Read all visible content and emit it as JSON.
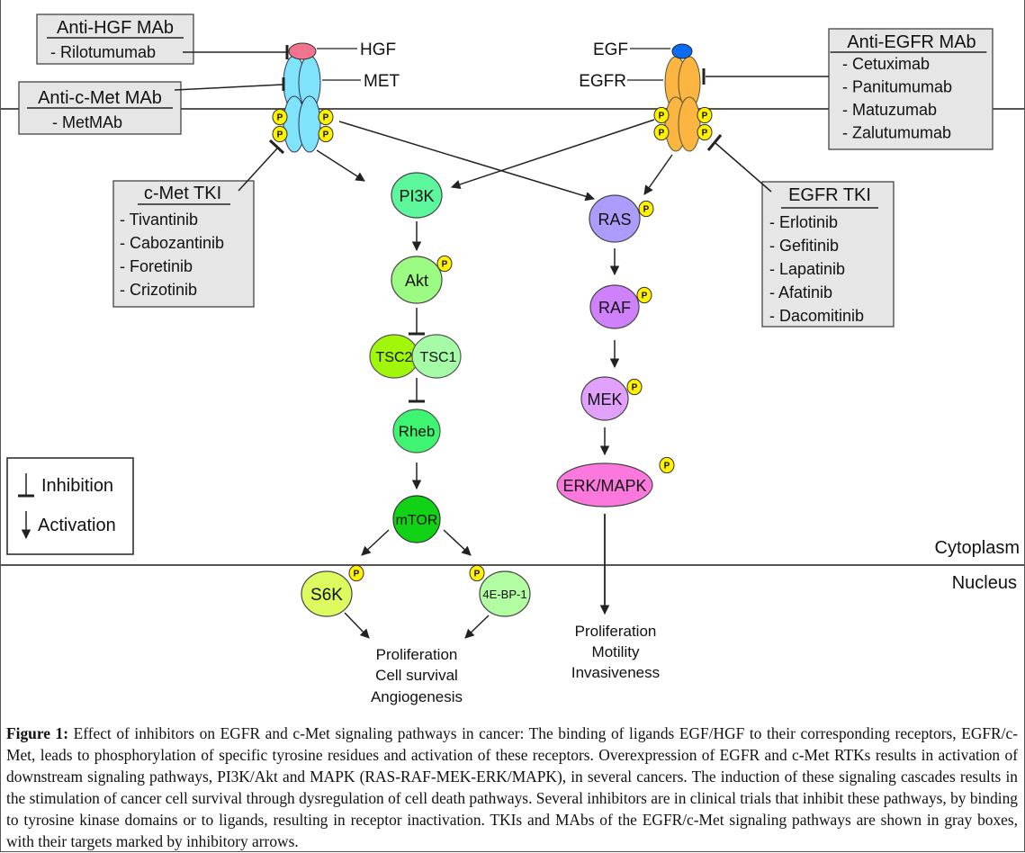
{
  "compartments": {
    "cytoplasm": "Cytoplasm",
    "nucleus": "Nucleus"
  },
  "receptors": {
    "hgf": "HGF",
    "met": "MET",
    "egf": "EGF",
    "egfr": "EGFR",
    "phospho_label": "P"
  },
  "drug_boxes": {
    "anti_hgf": {
      "title": "Anti-HGF MAb",
      "items": [
        "- Rilotumumab"
      ]
    },
    "anti_cmet": {
      "title": "Anti-c-Met MAb",
      "items": [
        "- MetMAb"
      ]
    },
    "cmet_tki": {
      "title": "c-Met TKI",
      "items": [
        "- Tivantinib",
        "- Cabozantinib",
        "- Foretinib",
        "- Crizotinib"
      ]
    },
    "anti_egfr": {
      "title": "Anti-EGFR MAb",
      "items": [
        "- Cetuximab",
        "- Panitumumab",
        "- Matuzumab",
        "- Zalutumumab"
      ]
    },
    "egfr_tki": {
      "title": "EGFR TKI",
      "items": [
        "- Erlotinib",
        "- Gefitinib",
        "- Lapatinib",
        "- Afatinib",
        "- Dacomitinib"
      ]
    }
  },
  "nodes": {
    "pi3k": "PI3K",
    "akt": "Akt",
    "tsc2": "TSC2",
    "tsc1": "TSC1",
    "rheb": "Rheb",
    "mtor": "mTOR",
    "s6k": "S6K",
    "ebp1": "4E-BP-1",
    "ras": "RAS",
    "raf": "RAF",
    "mek": "MEK",
    "erk": "ERK/MAPK"
  },
  "outcomes": {
    "pi3k_path": [
      "Proliferation",
      "Cell survival",
      "Angiogenesis"
    ],
    "mapk_path": [
      "Proliferation",
      "Motility",
      "Invasiveness"
    ]
  },
  "legend": {
    "inhibition": "Inhibition",
    "activation": "Activation"
  },
  "colors": {
    "met_receptor": "#7fe3fb",
    "hgf": "#f2748f",
    "egfr_receptor": "#fbb540",
    "egf": "#0a6cf0",
    "phospho": "#fff200",
    "drug_box": "#e6e6e6",
    "pi3k": "#5cf79c",
    "akt": "#9bfb82",
    "tsc2": "#a0f70a",
    "tsc1": "#a6fca6",
    "rheb": "#3ef572",
    "mtor": "#11d214",
    "s6k": "#dcfb5e",
    "ebp1": "#b2fca2",
    "ras": "#ad9cfb",
    "raf": "#cf80fb",
    "mek": "#e1a0fb",
    "erk": "#fd78dc"
  },
  "caption": {
    "label": "Figure 1:",
    "text": " Effect of inhibitors on EGFR and c-Met signaling pathways in cancer: The binding of ligands EGF/HGF to their corresponding receptors, EGFR/c-Met, leads to phosphorylation of specific tyrosine residues and activation of these receptors. Overexpression of EGFR and c-Met RTKs results in activation of downstream signaling pathways, PI3K/Akt and MAPK (RAS-RAF-MEK-ERK/MAPK), in several cancers. The induction of these signaling cascades results in the stimulation of cancer cell survival through dysregulation of cell death pathways. Several inhibitors are in clinical trials that inhibit these pathways, by binding to tyrosine kinase domains or to ligands, resulting in receptor inactivation. TKIs and MAbs of the EGFR/c-Met signaling pathways are shown in gray boxes, with their targets marked by inhibitory arrows."
  }
}
